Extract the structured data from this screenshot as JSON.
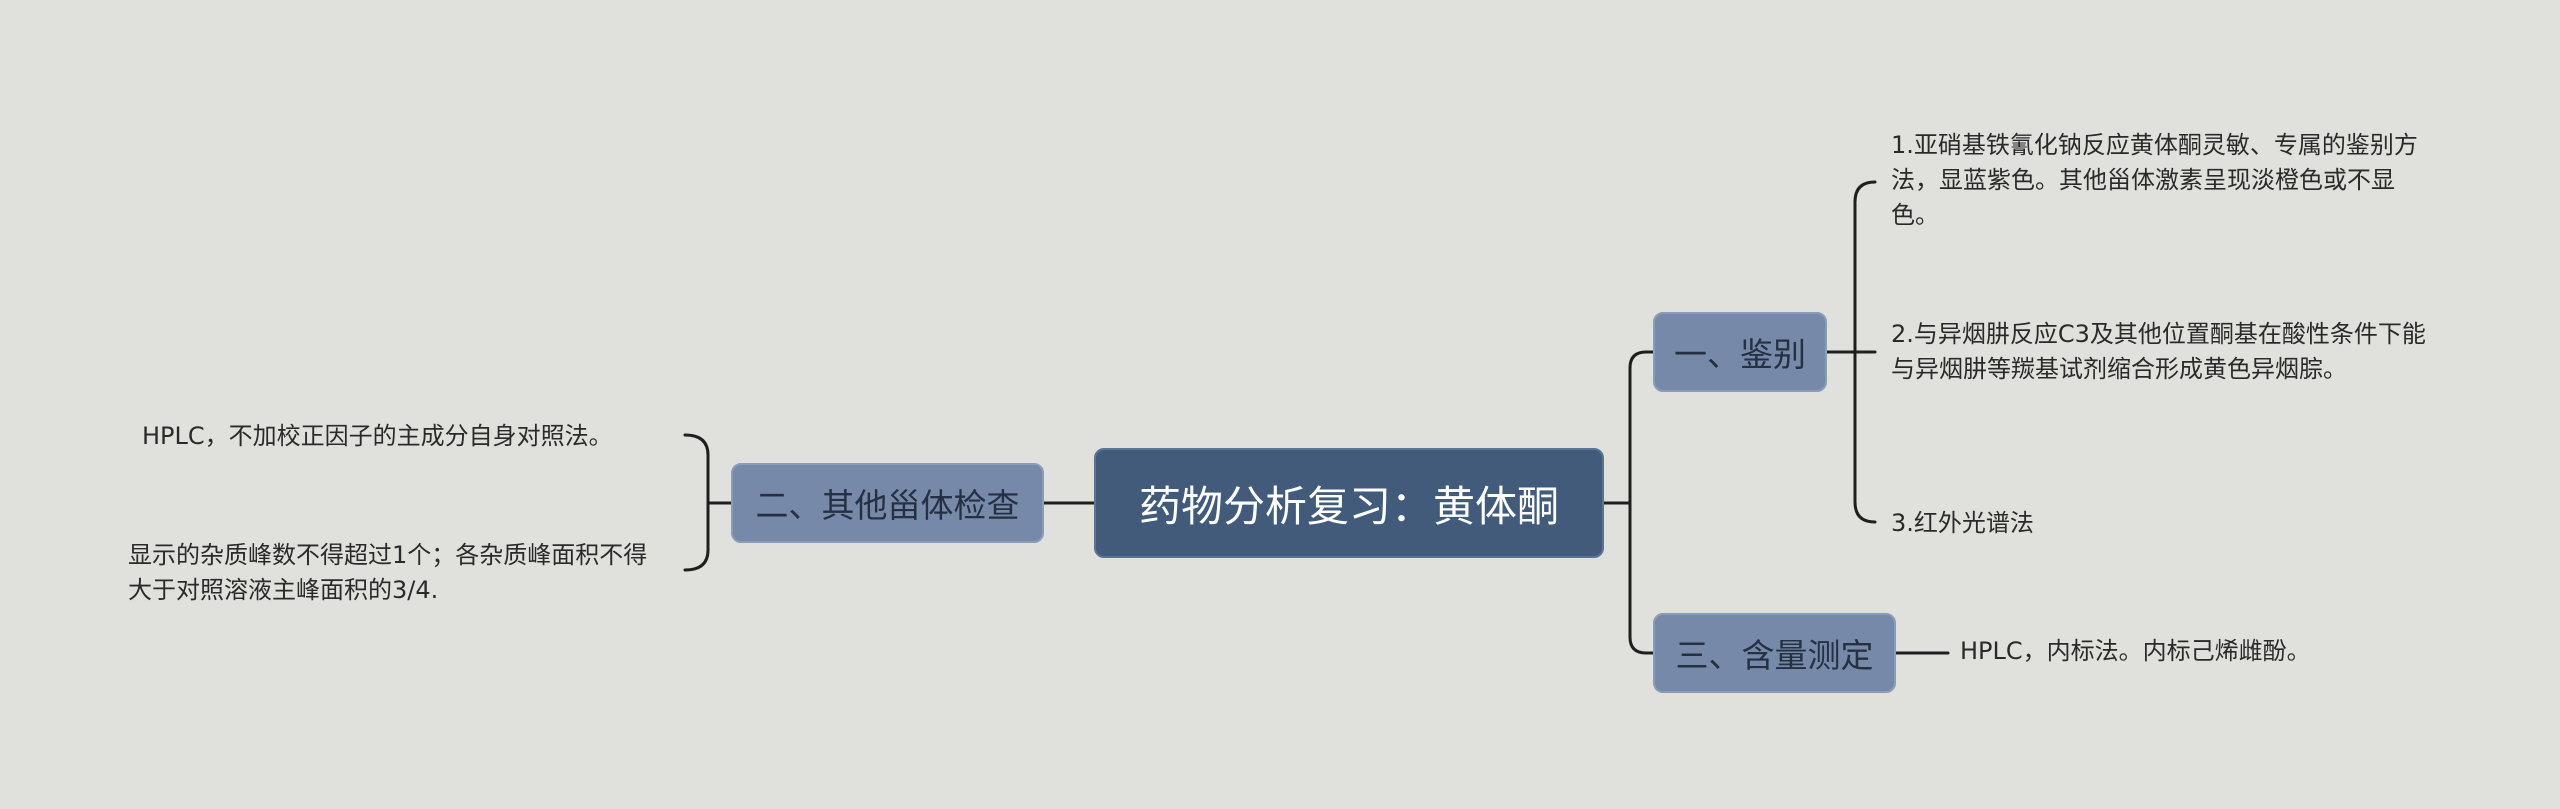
{
  "root": {
    "title": "药物分析复习：黄体酮"
  },
  "branches": {
    "identification": {
      "label": "一、鉴别",
      "items": [
        "1.亚硝基铁氰化钠反应黄体酮灵敏、专属的鉴别方法，显蓝紫色。其他甾体激素呈现淡橙色或不显色。",
        "2.与异烟肼反应C3及其他位置酮基在酸性条件下能与异烟肼等羰基试剂缩合形成黄色异烟腙。",
        "3.红外光谱法"
      ]
    },
    "assay": {
      "label": "三、含量测定",
      "items": [
        "HPLC，内标法。内标己烯雌酚。"
      ]
    },
    "other_steroids": {
      "label": "二、其他甾体检查",
      "items": [
        "HPLC，不加校正因子的主成分自身对照法。",
        "显示的杂质峰数不得超过1个；各杂质峰面积不得大于对照溶液主峰面积的3/4."
      ]
    }
  },
  "colors": {
    "background": "#e0e0dc",
    "root_fill": "#425b7b",
    "branch_fill": "#7689a8",
    "connector": "#1f1f1f",
    "text": "#2a2a2a"
  }
}
